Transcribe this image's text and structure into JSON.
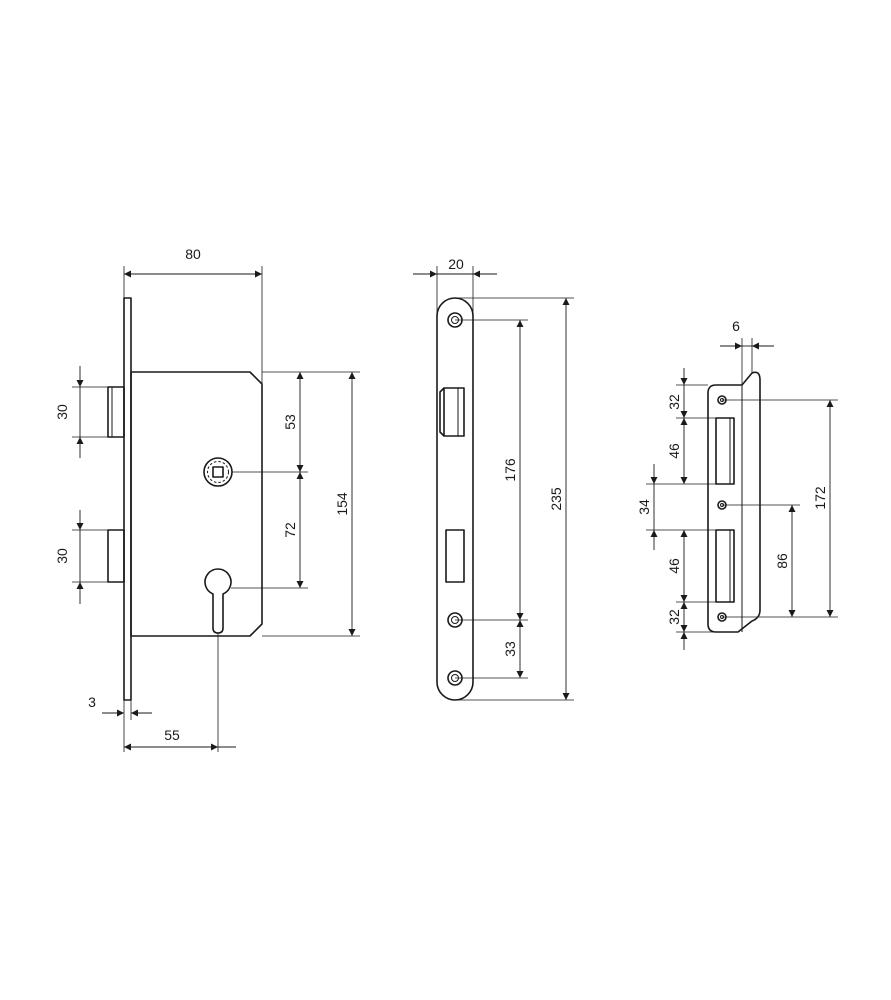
{
  "dimensions": {
    "backset_width": "80",
    "bolt_height_top": "30",
    "bolt_height_bottom": "30",
    "spindle_to_top": "53",
    "spindle_to_cylinder": "72",
    "case_height": "154",
    "faceplate_thickness": "3",
    "backset": "55",
    "faceplate_width": "20",
    "screw_span": "176",
    "faceplate_length": "235",
    "screw_bottom": "33",
    "strike_depth": "6",
    "strike_top": "32",
    "strike_slot_top": "46",
    "strike_mid": "34",
    "strike_slot_bottom": "46",
    "strike_bottom": "32",
    "strike_screw_span": "172",
    "strike_center": "86"
  }
}
